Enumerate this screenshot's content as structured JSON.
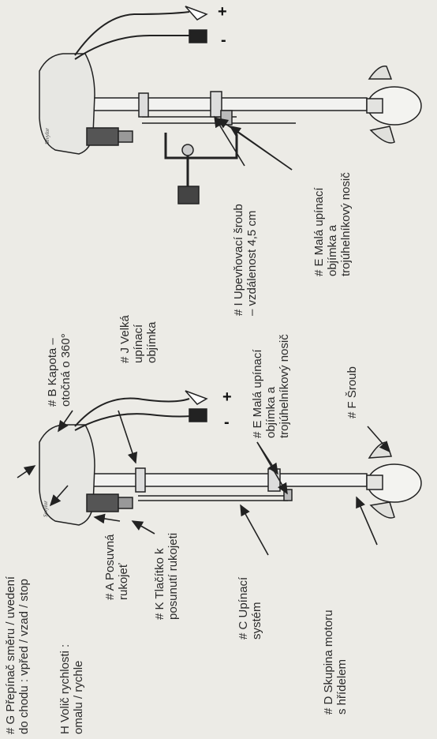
{
  "labels": {
    "g": [
      "# G Přepínač směru / uvedení",
      "do chodu : vpřed / vzad / stop"
    ],
    "h": [
      "H Volič rychlosti :",
      "omalu / rychle"
    ],
    "a": [
      "# A Posuvná",
      "rukojeť"
    ],
    "k": [
      "# K Tlačítko k",
      "posunutí rukojeti"
    ],
    "c": [
      "# C Upínací",
      "systém"
    ],
    "d": [
      "# D Skupina motoru",
      "s hřídelem"
    ],
    "b": [
      "# B Kapota –",
      "otočná o 360°"
    ],
    "j": [
      "# J Velká",
      "upínací",
      "objímka"
    ],
    "e1": [
      "# E Malá upínací",
      "objímka a",
      "trojúhelníkový nosič"
    ],
    "f": [
      "# F Šroub"
    ],
    "i": [
      "# I Upevňovací šroub",
      "– vzdálenost 4,5 cm"
    ],
    "e2": [
      "# E Malá upínací",
      "objímka a",
      "trojúhelníkový nosič"
    ]
  },
  "polarity": {
    "plus": "+",
    "minus": "-"
  }
}
